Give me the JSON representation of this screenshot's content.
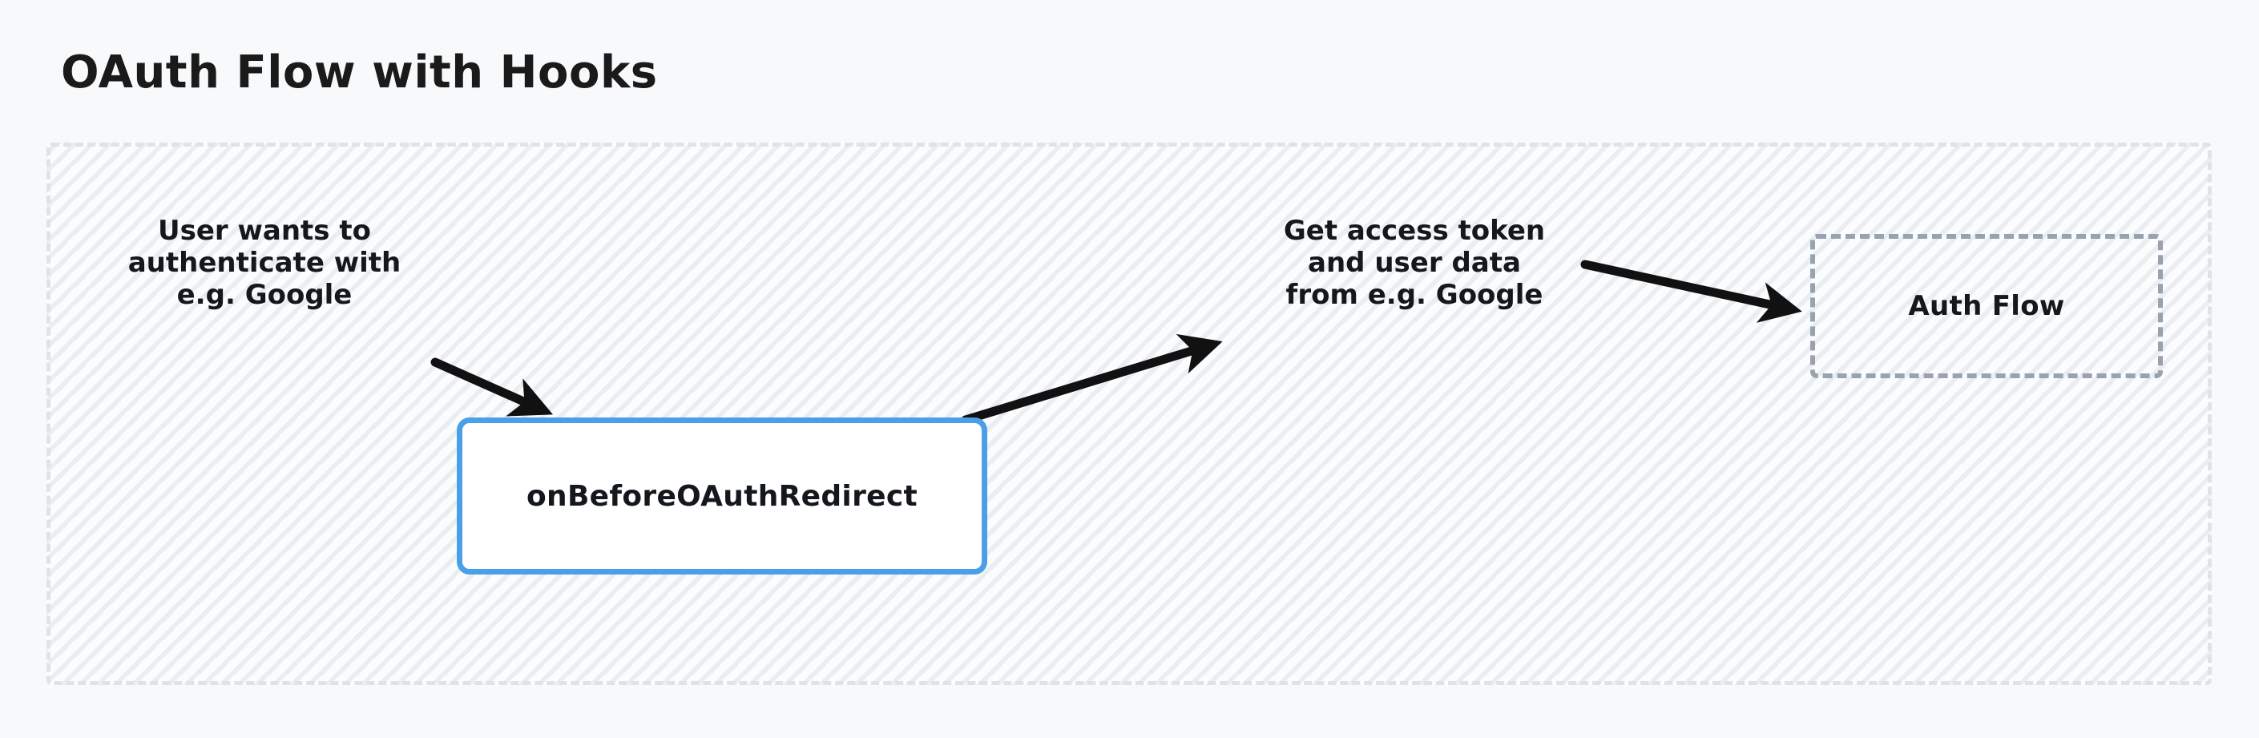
{
  "title": "OAuth Flow with Hooks",
  "colors": {
    "page_background": "#f7f9fb",
    "container_border": "#dfe3e8",
    "hook_node_border": "#4a9fe8",
    "hook_node_fill": "#ffffff",
    "auth_node_border": "#98a3af",
    "text": "#14181c",
    "arrow": "#111111"
  },
  "nodes": {
    "hook": {
      "label": "onBeforeOAuthRedirect",
      "shape": "rounded-rectangle",
      "style": "solid-blue-border"
    },
    "auth_flow": {
      "label": "Auth Flow",
      "shape": "rounded-rectangle",
      "style": "dashed-grey-border"
    }
  },
  "edges": [
    {
      "id": "edge-1",
      "label": "User wants to\nauthenticate with\ne.g. Google",
      "from": "user",
      "to": "hook",
      "direction": "down-right"
    },
    {
      "id": "edge-2",
      "label": "Get access token\nand user data\nfrom e.g. Google",
      "from": "hook",
      "to": "auth_flow",
      "direction": "up-right"
    }
  ]
}
